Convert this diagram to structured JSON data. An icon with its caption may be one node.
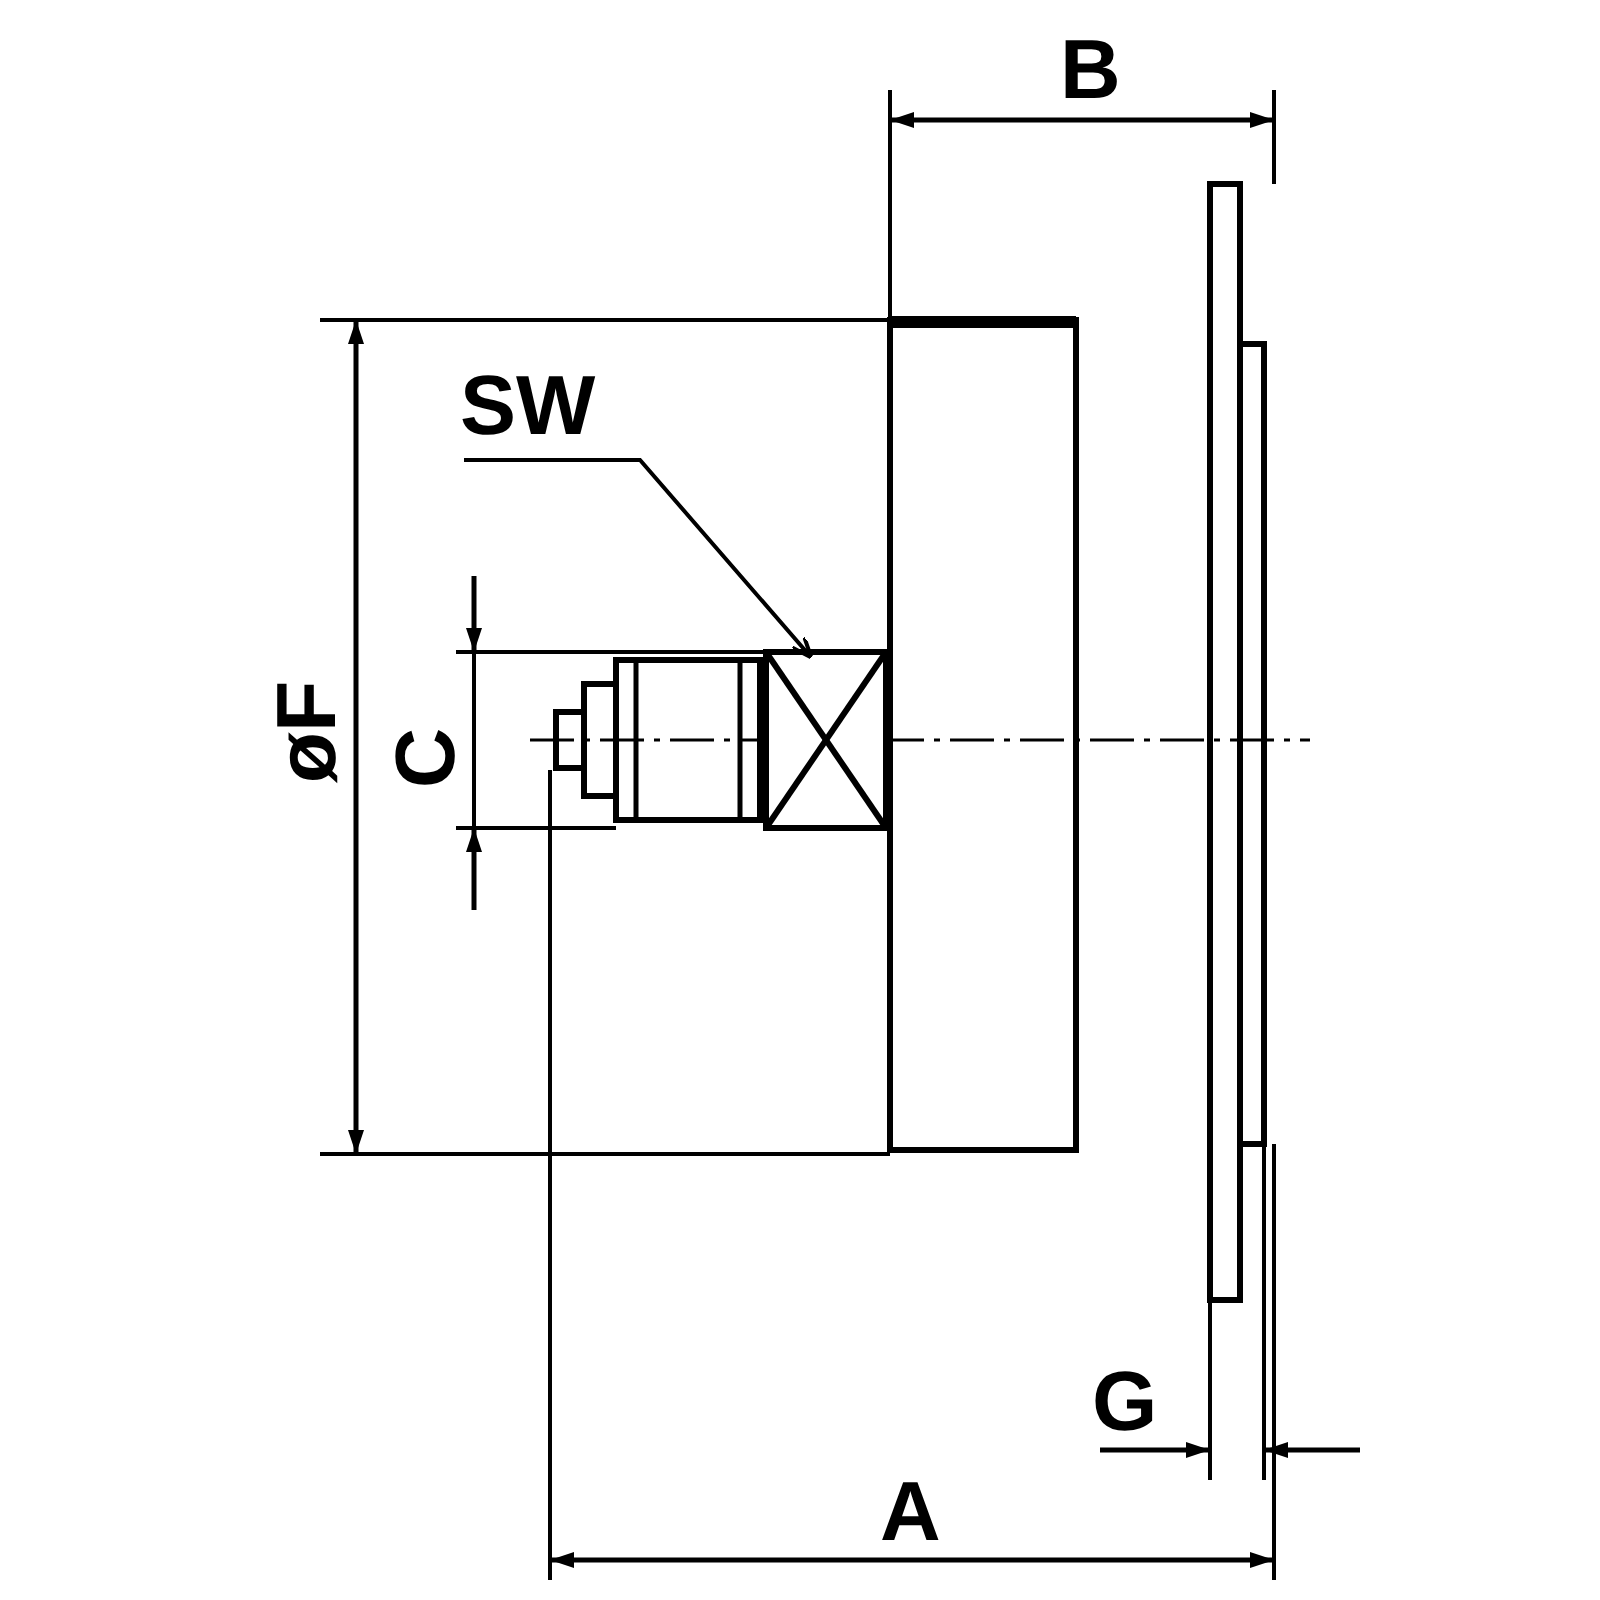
{
  "diagram": {
    "nodes": [
      {
        "text": [
          "SW"
        ]
      },
      {
        "text": [],
        "shape": "box"
      }
    ],
    "edges": [
      {
        "from": 0,
        "to": 1,
        "arrow": "to"
      }
    ],
    "labels": [
      "B",
      "øF",
      "C",
      "G",
      "A"
    ]
  }
}
